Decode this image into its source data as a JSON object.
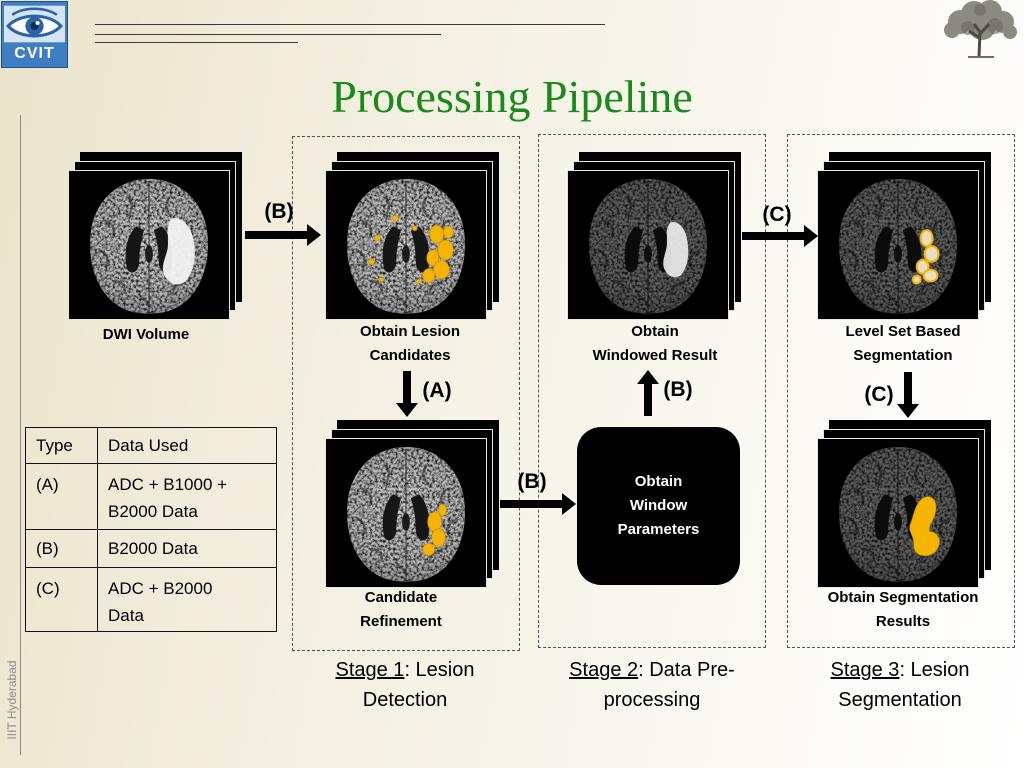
{
  "logo": {
    "text": "CVIT",
    "icon": "eye-icon"
  },
  "title": "Processing Pipeline",
  "side_text": "IIIT Hyderabad",
  "colors": {
    "title": "#1a8a1a",
    "lesion": "#f5b400"
  },
  "images": {
    "dwi_volume": {
      "caption": [
        "DWI Volume"
      ]
    },
    "lesion_candidates": {
      "caption": [
        "Obtain Lesion",
        "Candidates"
      ]
    },
    "candidate_refinement": {
      "caption": [
        "Candidate",
        "Refinement"
      ]
    },
    "windowed_result": {
      "caption": [
        "Obtain",
        "Windowed Result"
      ]
    },
    "level_set": {
      "caption": [
        "Level Set Based",
        "Segmentation"
      ]
    },
    "segmentation_results": {
      "caption": [
        "Obtain Segmentation",
        "Results"
      ]
    }
  },
  "window_box": {
    "lines": [
      "Obtain",
      "Window",
      "Parameters"
    ]
  },
  "arrows": {
    "dwi_to_candidates": "(B)",
    "candidates_to_refinement": "(A)",
    "refinement_to_window": "(B)",
    "window_to_windowed": "(B)",
    "windowed_to_levelset": "(C)",
    "levelset_to_results": "(C)"
  },
  "stages": [
    {
      "name": "Stage 1",
      "line1_rest": ": Lesion",
      "line2": "Detection"
    },
    {
      "name": "Stage 2",
      "line1_rest": ": Data Pre-",
      "line2": "processing"
    },
    {
      "name": "Stage 3",
      "line1_rest": ": Lesion",
      "line2": "Segmentation"
    }
  ],
  "table": {
    "headers": [
      "Type",
      "Data Used"
    ],
    "rows": [
      {
        "type": "(A)",
        "data": [
          "ADC + B1000 +",
          "B2000 Data"
        ]
      },
      {
        "type": "(B)",
        "data": [
          "B2000 Data"
        ]
      },
      {
        "type": "(C)",
        "data": [
          "ADC + B2000",
          "Data"
        ]
      }
    ]
  }
}
